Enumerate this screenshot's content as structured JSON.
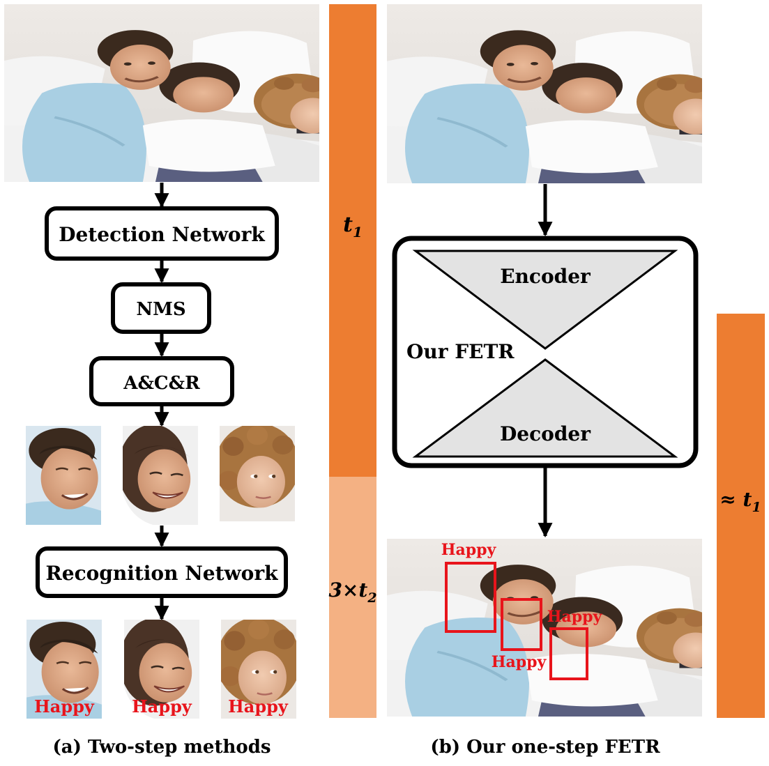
{
  "left": {
    "boxes": {
      "detection": "Detection Network",
      "nms": "NMS",
      "acr": "A&C&R",
      "recognition": "Recognition Network"
    },
    "face_labels": [
      "Happy",
      "Happy",
      "Happy"
    ],
    "caption": "(a) Two-step methods"
  },
  "timing": {
    "t1": "t",
    "t1_sub": "1",
    "three_t2_prefix": "3×",
    "three_t2": "t",
    "three_t2_sub": "2",
    "approx_prefix": "≈ ",
    "approx": "t",
    "approx_sub": "1"
  },
  "right": {
    "encoder": "Encoder",
    "decoder": "Decoder",
    "model": "Our FETR",
    "detections": [
      "Happy",
      "Happy",
      "Happy"
    ],
    "caption": "(b) Our one-step FETR"
  },
  "colors": {
    "bar_dark": "#ED7D31",
    "bar_light": "#F4B183",
    "label_red": "#E8141B",
    "box_red": "#E8141B",
    "triangle_fill": "#E3E3E3"
  },
  "icons": {
    "photo": "bedroom-family-photo",
    "face_crops": [
      "man-face-crop",
      "woman-face-crop",
      "girl-face-crop"
    ]
  }
}
